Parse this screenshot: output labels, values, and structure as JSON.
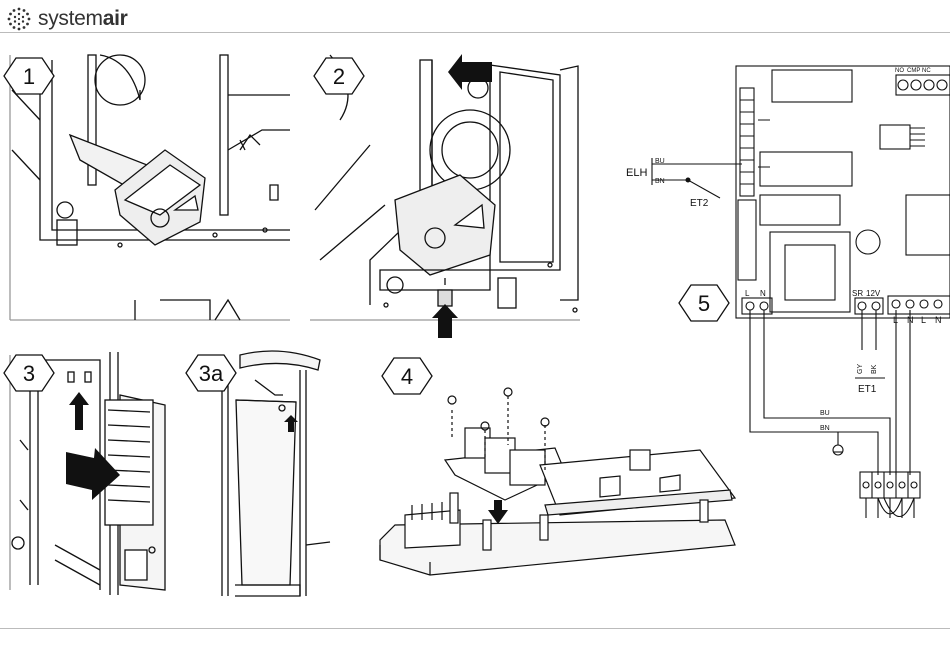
{
  "brand": {
    "name_regular": "system",
    "name_bold": "air"
  },
  "steps": {
    "s1": "1",
    "s2": "2",
    "s3": "3",
    "s3a": "3a",
    "s4": "4",
    "s5": "5"
  },
  "wiring": {
    "elh": "ELH",
    "bu": "BU",
    "bn": "BN",
    "et2": "ET2",
    "et1": "ET1",
    "sr": "SR",
    "v12": "12V",
    "gy": "GY",
    "bk": "BK",
    "l": "L",
    "n": "N",
    "no": "NO",
    "cmp": "CMP",
    "nc": "NC",
    "bu_lower": "BU",
    "bn_lower": "BN"
  }
}
